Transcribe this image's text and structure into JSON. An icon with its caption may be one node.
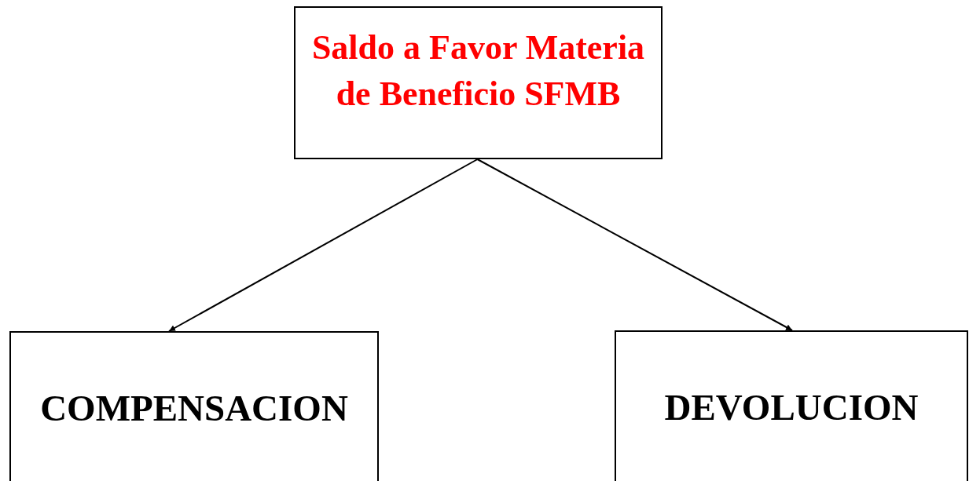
{
  "diagram": {
    "nodes": [
      {
        "text": [
          "Saldo a Favor Materia de Beneficio SFMB"
        ]
      },
      {
        "text": [
          "COMPENSACION"
        ]
      },
      {
        "text": [
          "DEVOLUCION"
        ]
      }
    ],
    "edges": [
      {
        "from": 0,
        "to": 1,
        "arrow": "to"
      },
      {
        "from": 0,
        "to": 2,
        "arrow": "to"
      }
    ]
  }
}
